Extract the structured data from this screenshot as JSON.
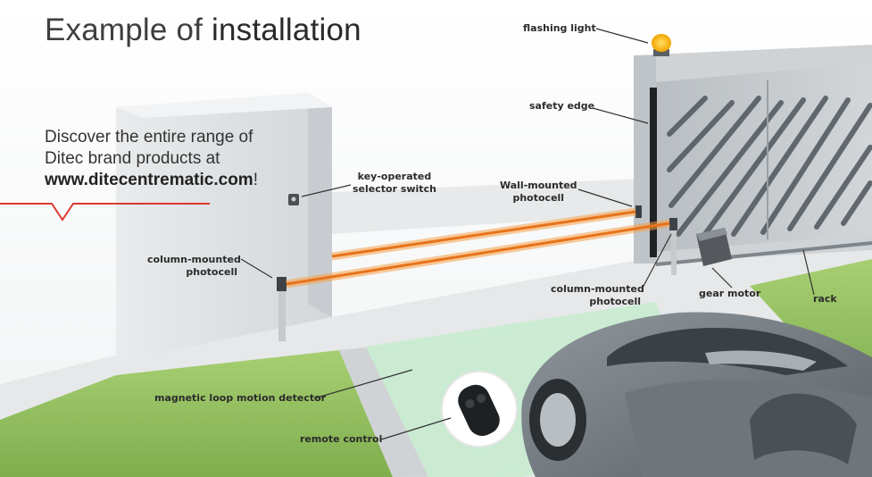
{
  "title": {
    "prefix": "Example of ",
    "bold": "installation"
  },
  "promo": {
    "line1": "Discover the entire range of",
    "line2": "Ditec brand products at",
    "url": "www.ditecentrematic.com",
    "suffix": "!"
  },
  "labels": {
    "flashing_light": "flashing light",
    "safety_edge": "safety edge",
    "key_selector_1": "key-operated",
    "key_selector_2": "selector switch",
    "wall_photocell_1": "Wall-mounted",
    "wall_photocell_2": "photocell",
    "column_photocell_left_1": "column-mounted",
    "column_photocell_left_2": "photocell",
    "column_photocell_right_1": "column-mounted",
    "column_photocell_right_2": "photocell",
    "gear_motor": "gear motor",
    "rack": "rack",
    "magnetic_loop": "magnetic loop motion detector",
    "remote_control": "remote control"
  },
  "colors": {
    "accent_red": "#d9392f",
    "beam": "#f08a1e",
    "loop_green": "#bfe6c8",
    "grass": "#8fbf5a",
    "wall": "#dcdfe1"
  }
}
